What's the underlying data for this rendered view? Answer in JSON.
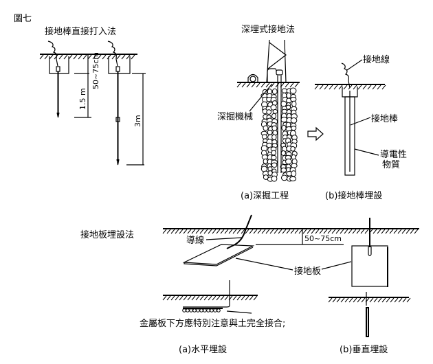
{
  "figure": {
    "label": "圖七"
  },
  "section_rod_direct": {
    "title": "接地棒直接打入法",
    "depth_label": "50~75cm",
    "short_rod_length": "1.5 m",
    "long_rod_length": "3m"
  },
  "section_deep": {
    "title": "深埋式接地法",
    "machine_label": "深掘機械",
    "caption_a": "(a)深掘工程",
    "wire_label": "接地線",
    "rod_label": "接地棒",
    "conductive_label_line1": "導電性",
    "conductive_label_line2": "物質",
    "caption_b": "(b)接地棒埋設"
  },
  "section_plate": {
    "title": "接地板埋設法",
    "lead_label": "導線",
    "depth_label": "50~75cm",
    "plate_label": "接地板",
    "note": "金屬板下方應特別注意與土完全接合;",
    "caption_a": "(a)水平埋設",
    "caption_b": "(b)垂直埋設"
  }
}
